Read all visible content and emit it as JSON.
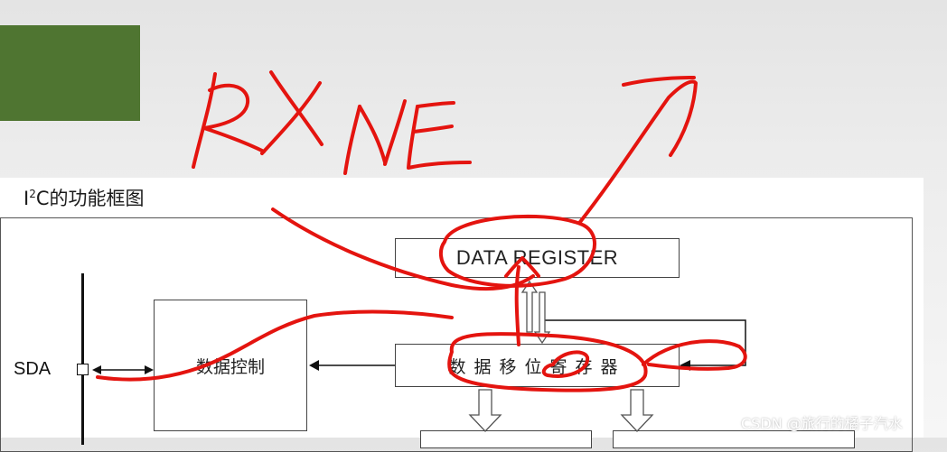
{
  "figure": {
    "title_main": "I",
    "title_sup": "2",
    "title_rest": "C的功能框图"
  },
  "blocks": {
    "data_register": "DATA REGISTER",
    "shift_register": "数据移位寄存器",
    "data_control": "数据控制"
  },
  "pins": {
    "sda": "SDA"
  },
  "annotation": {
    "handwritten_text": "RXNE",
    "ink_color": "#e4140f"
  },
  "colors": {
    "green_block": "#4f7531",
    "panel": "#ffffff"
  },
  "watermark": "CSDN @旅行的橘子汽水"
}
